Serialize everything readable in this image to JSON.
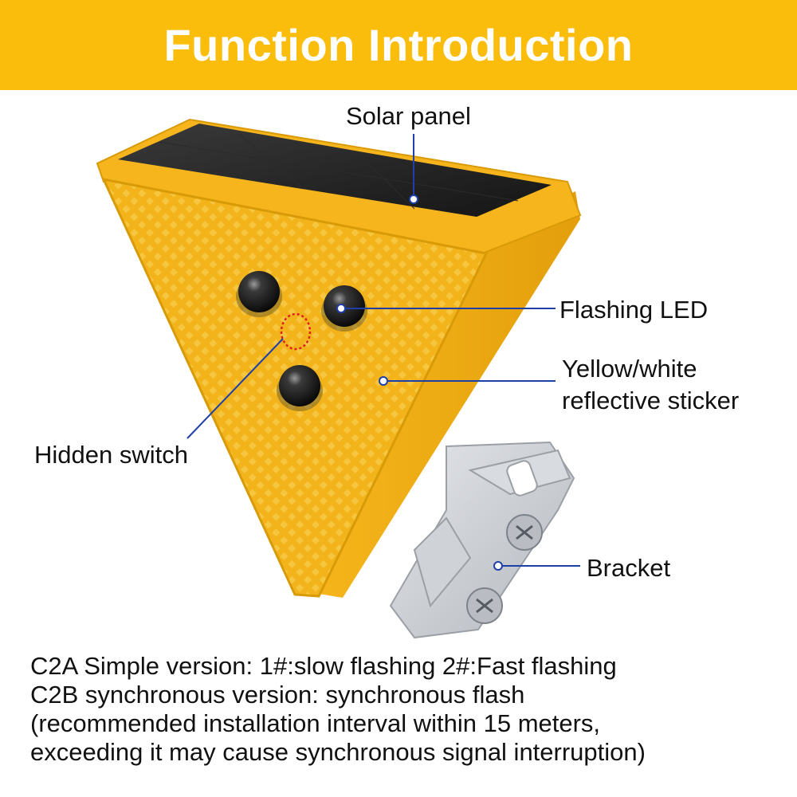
{
  "header": {
    "title": "Function Introduction",
    "bg_color": "#fbbd0c"
  },
  "callouts": {
    "solar_panel": "Solar panel",
    "flashing_led": "Flashing LED",
    "sticker_line1": "Yellow/white",
    "sticker_line2": "reflective sticker",
    "hidden_switch": "Hidden switch",
    "bracket": "Bracket"
  },
  "notes": [
    "C2A Simple version: 1#:slow flashing  2#:Fast flashing",
    "C2B synchronous version: synchronous flash",
    "(recommended installation interval within 15 meters,",
    "exceeding it may cause synchronous signal interruption)"
  ],
  "colors": {
    "accent": "#fbbd0c",
    "leader_line": "#1f3fa8",
    "switch_marker": "#e02020"
  }
}
